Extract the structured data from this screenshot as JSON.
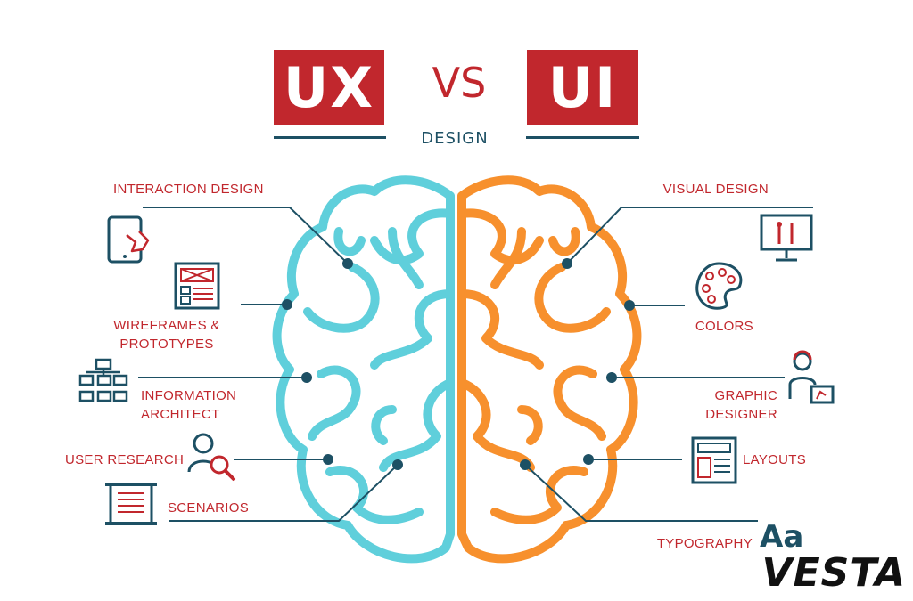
{
  "title": {
    "left": "UX",
    "middle": "VS",
    "right": "UI",
    "subtitle": "DESIGN"
  },
  "colors": {
    "accent_red": "#c1272d",
    "navy": "#1d5064",
    "ux_brain": "#5fcfdb",
    "ui_brain": "#f7902d"
  },
  "ux_items": [
    {
      "label": "INTERACTION DESIGN",
      "icon": "tablet-touch-icon"
    },
    {
      "label": "WIREFRAMES & PROTOTYPES",
      "icon": "wireframe-icon"
    },
    {
      "label": "INFORMATION ARCHITECT",
      "icon": "sitemap-icon"
    },
    {
      "label": "USER RESEARCH",
      "icon": "user-search-icon"
    },
    {
      "label": "SCENARIOS",
      "icon": "scroll-icon"
    }
  ],
  "ui_items": [
    {
      "label": "VISUAL DESIGN",
      "icon": "monitor-tools-icon"
    },
    {
      "label": "COLORS",
      "icon": "palette-icon"
    },
    {
      "label": "GRAPHIC DESIGNER",
      "icon": "designer-icon"
    },
    {
      "label": "LAYOUTS",
      "icon": "layout-icon"
    },
    {
      "label": "TYPOGRAPHY",
      "icon": "typography-icon",
      "glyph": "Aa"
    }
  ],
  "watermark": "VESTA"
}
